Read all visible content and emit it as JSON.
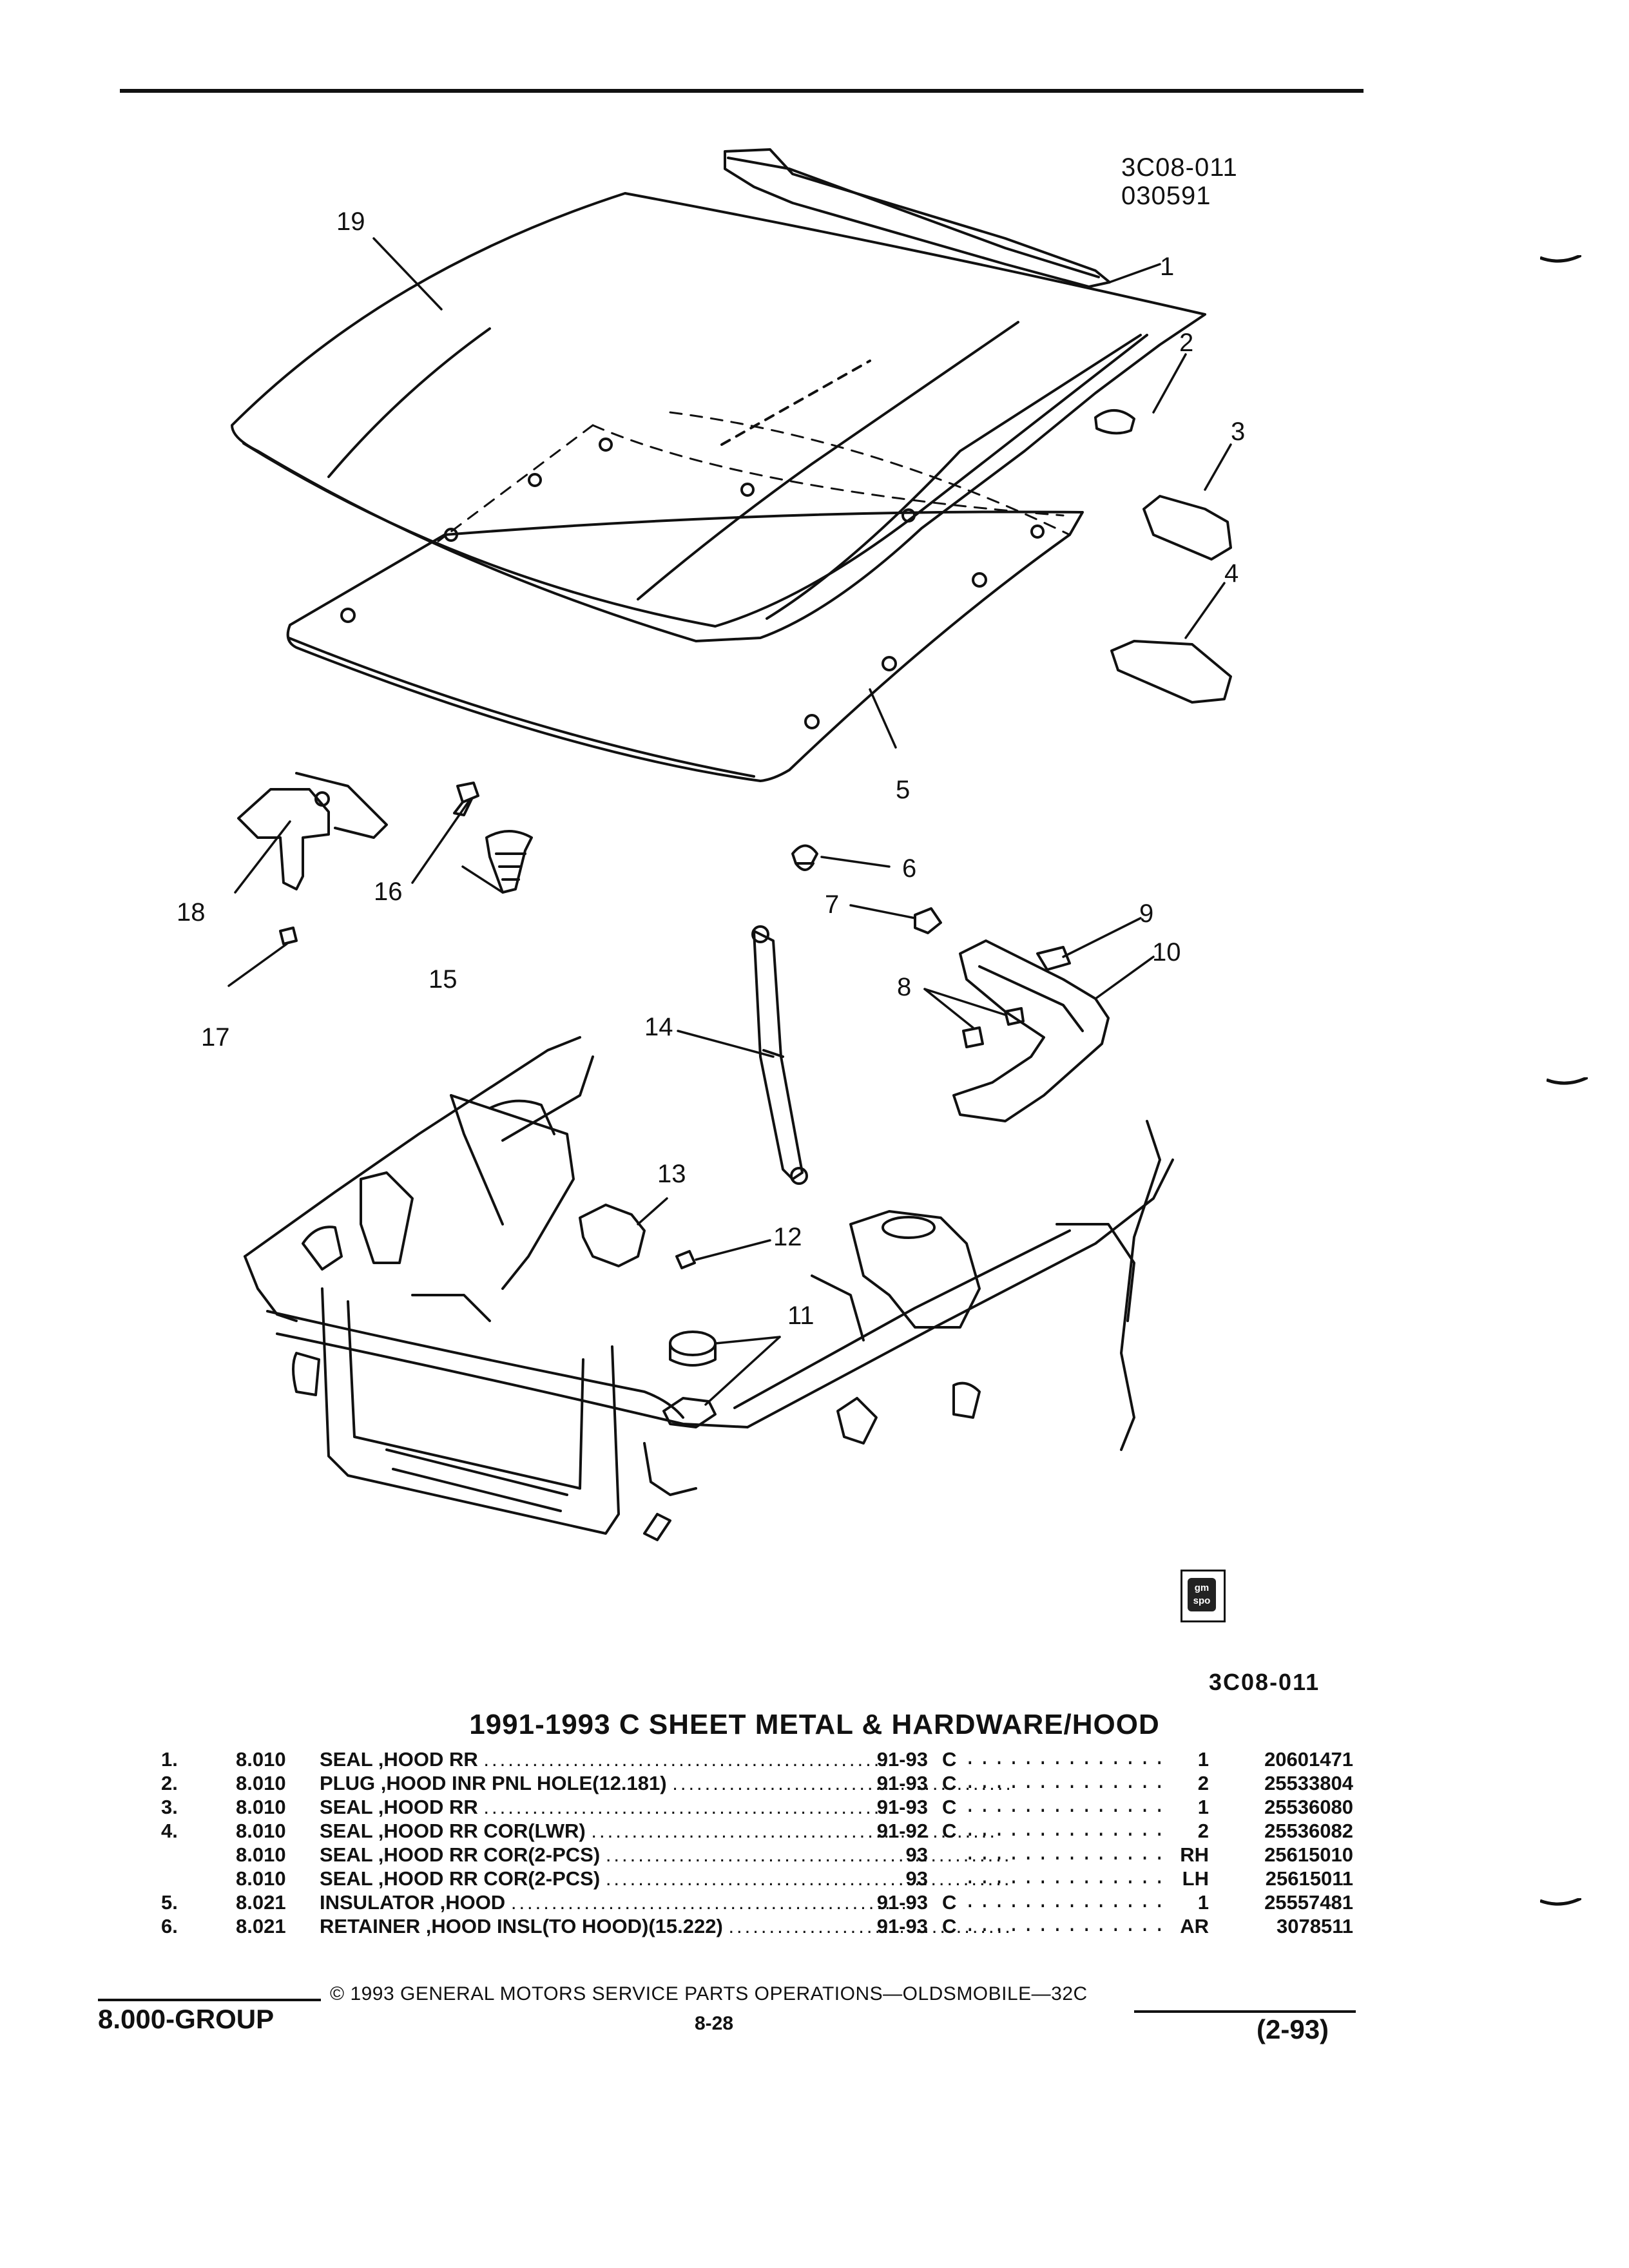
{
  "illustration_id": [
    "3C08-011",
    "030591"
  ],
  "callouts": [
    "1",
    "2",
    "3",
    "4",
    "5",
    "6",
    "7",
    "8",
    "9",
    "10",
    "11",
    "12",
    "13",
    "14",
    "15",
    "16",
    "17",
    "18",
    "19"
  ],
  "ref_code": "3C08-011",
  "title": "1991-1993 C SHEET METAL & HARDWARE/HOOD",
  "parts": [
    {
      "num": "1.",
      "group": "8.010",
      "desc": "SEAL ,HOOD RR",
      "years": "91-93",
      "carline": "C",
      "qty": "1",
      "part_no": "20601471"
    },
    {
      "num": "2.",
      "group": "8.010",
      "desc": "PLUG ,HOOD INR PNL HOLE(12.181)",
      "years": "91-93",
      "carline": "C",
      "qty": "2",
      "part_no": "25533804"
    },
    {
      "num": "3.",
      "group": "8.010",
      "desc": "SEAL ,HOOD RR",
      "years": "91-93",
      "carline": "C",
      "qty": "1",
      "part_no": "25536080"
    },
    {
      "num": "4.",
      "group": "8.010",
      "desc": "SEAL ,HOOD RR COR(LWR)",
      "years": "91-92",
      "carline": "C",
      "qty": "2",
      "part_no": "25536082"
    },
    {
      "num": "",
      "group": "8.010",
      "desc": "SEAL ,HOOD RR COR(2-PCS)",
      "years": "93",
      "carline": "",
      "qty": "RH",
      "part_no": "25615010"
    },
    {
      "num": "",
      "group": "8.010",
      "desc": "SEAL ,HOOD RR COR(2-PCS)",
      "years": "93",
      "carline": "",
      "qty": "LH",
      "part_no": "25615011"
    },
    {
      "num": "5.",
      "group": "8.021",
      "desc": "INSULATOR ,HOOD",
      "years": "91-93",
      "carline": "C",
      "qty": "1",
      "part_no": "25557481"
    },
    {
      "num": "6.",
      "group": "8.021",
      "desc": "RETAINER ,HOOD INSL(TO HOOD)(15.222)",
      "years": "91-93",
      "carline": "C",
      "qty": "AR",
      "part_no": "3078511"
    }
  ],
  "logo_text": [
    "gm",
    "spo"
  ],
  "footer": {
    "group": "8.000-GROUP",
    "copyright": "© 1993 GENERAL MOTORS SERVICE PARTS OPERATIONS—OLDSMOBILE—32C",
    "page": "8-28",
    "date": "(2-93)"
  }
}
